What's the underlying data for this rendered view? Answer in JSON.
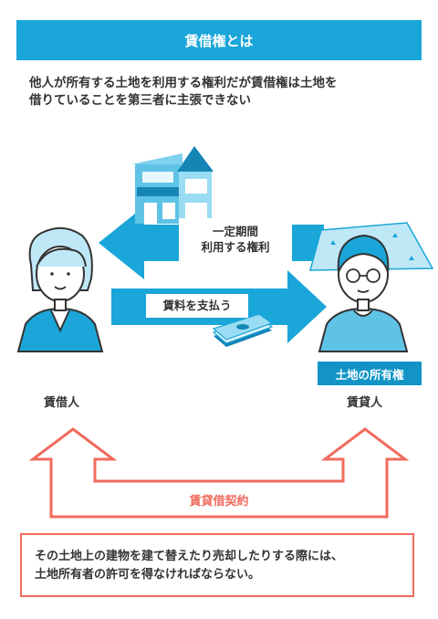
{
  "title": "賃借権とは",
  "description": {
    "line1": "他人が所有する土地を利用する権利だが賃借権は土地を",
    "line2": "借りていることを第三者に主張できない"
  },
  "right_arrow_label": {
    "line1": "一定期間",
    "line2": "利用する権利"
  },
  "rent_arrow_label": "賃料を支払う",
  "lessee_label": "賃借人",
  "lessor_label": "賃貸人",
  "owner_badge": "土地の所有権",
  "contract_label": "賃貸借契約",
  "note": {
    "line1": "その土地上の建物を建て替えたり売却したりする際には、",
    "line2": "土地所有者の許可を得なければならない。"
  },
  "colors": {
    "title_bar": "#1aa6d8",
    "arrow_blue": "#1aa6d8",
    "arrow_red": "#f06b5e",
    "badge": "#1294c6"
  }
}
